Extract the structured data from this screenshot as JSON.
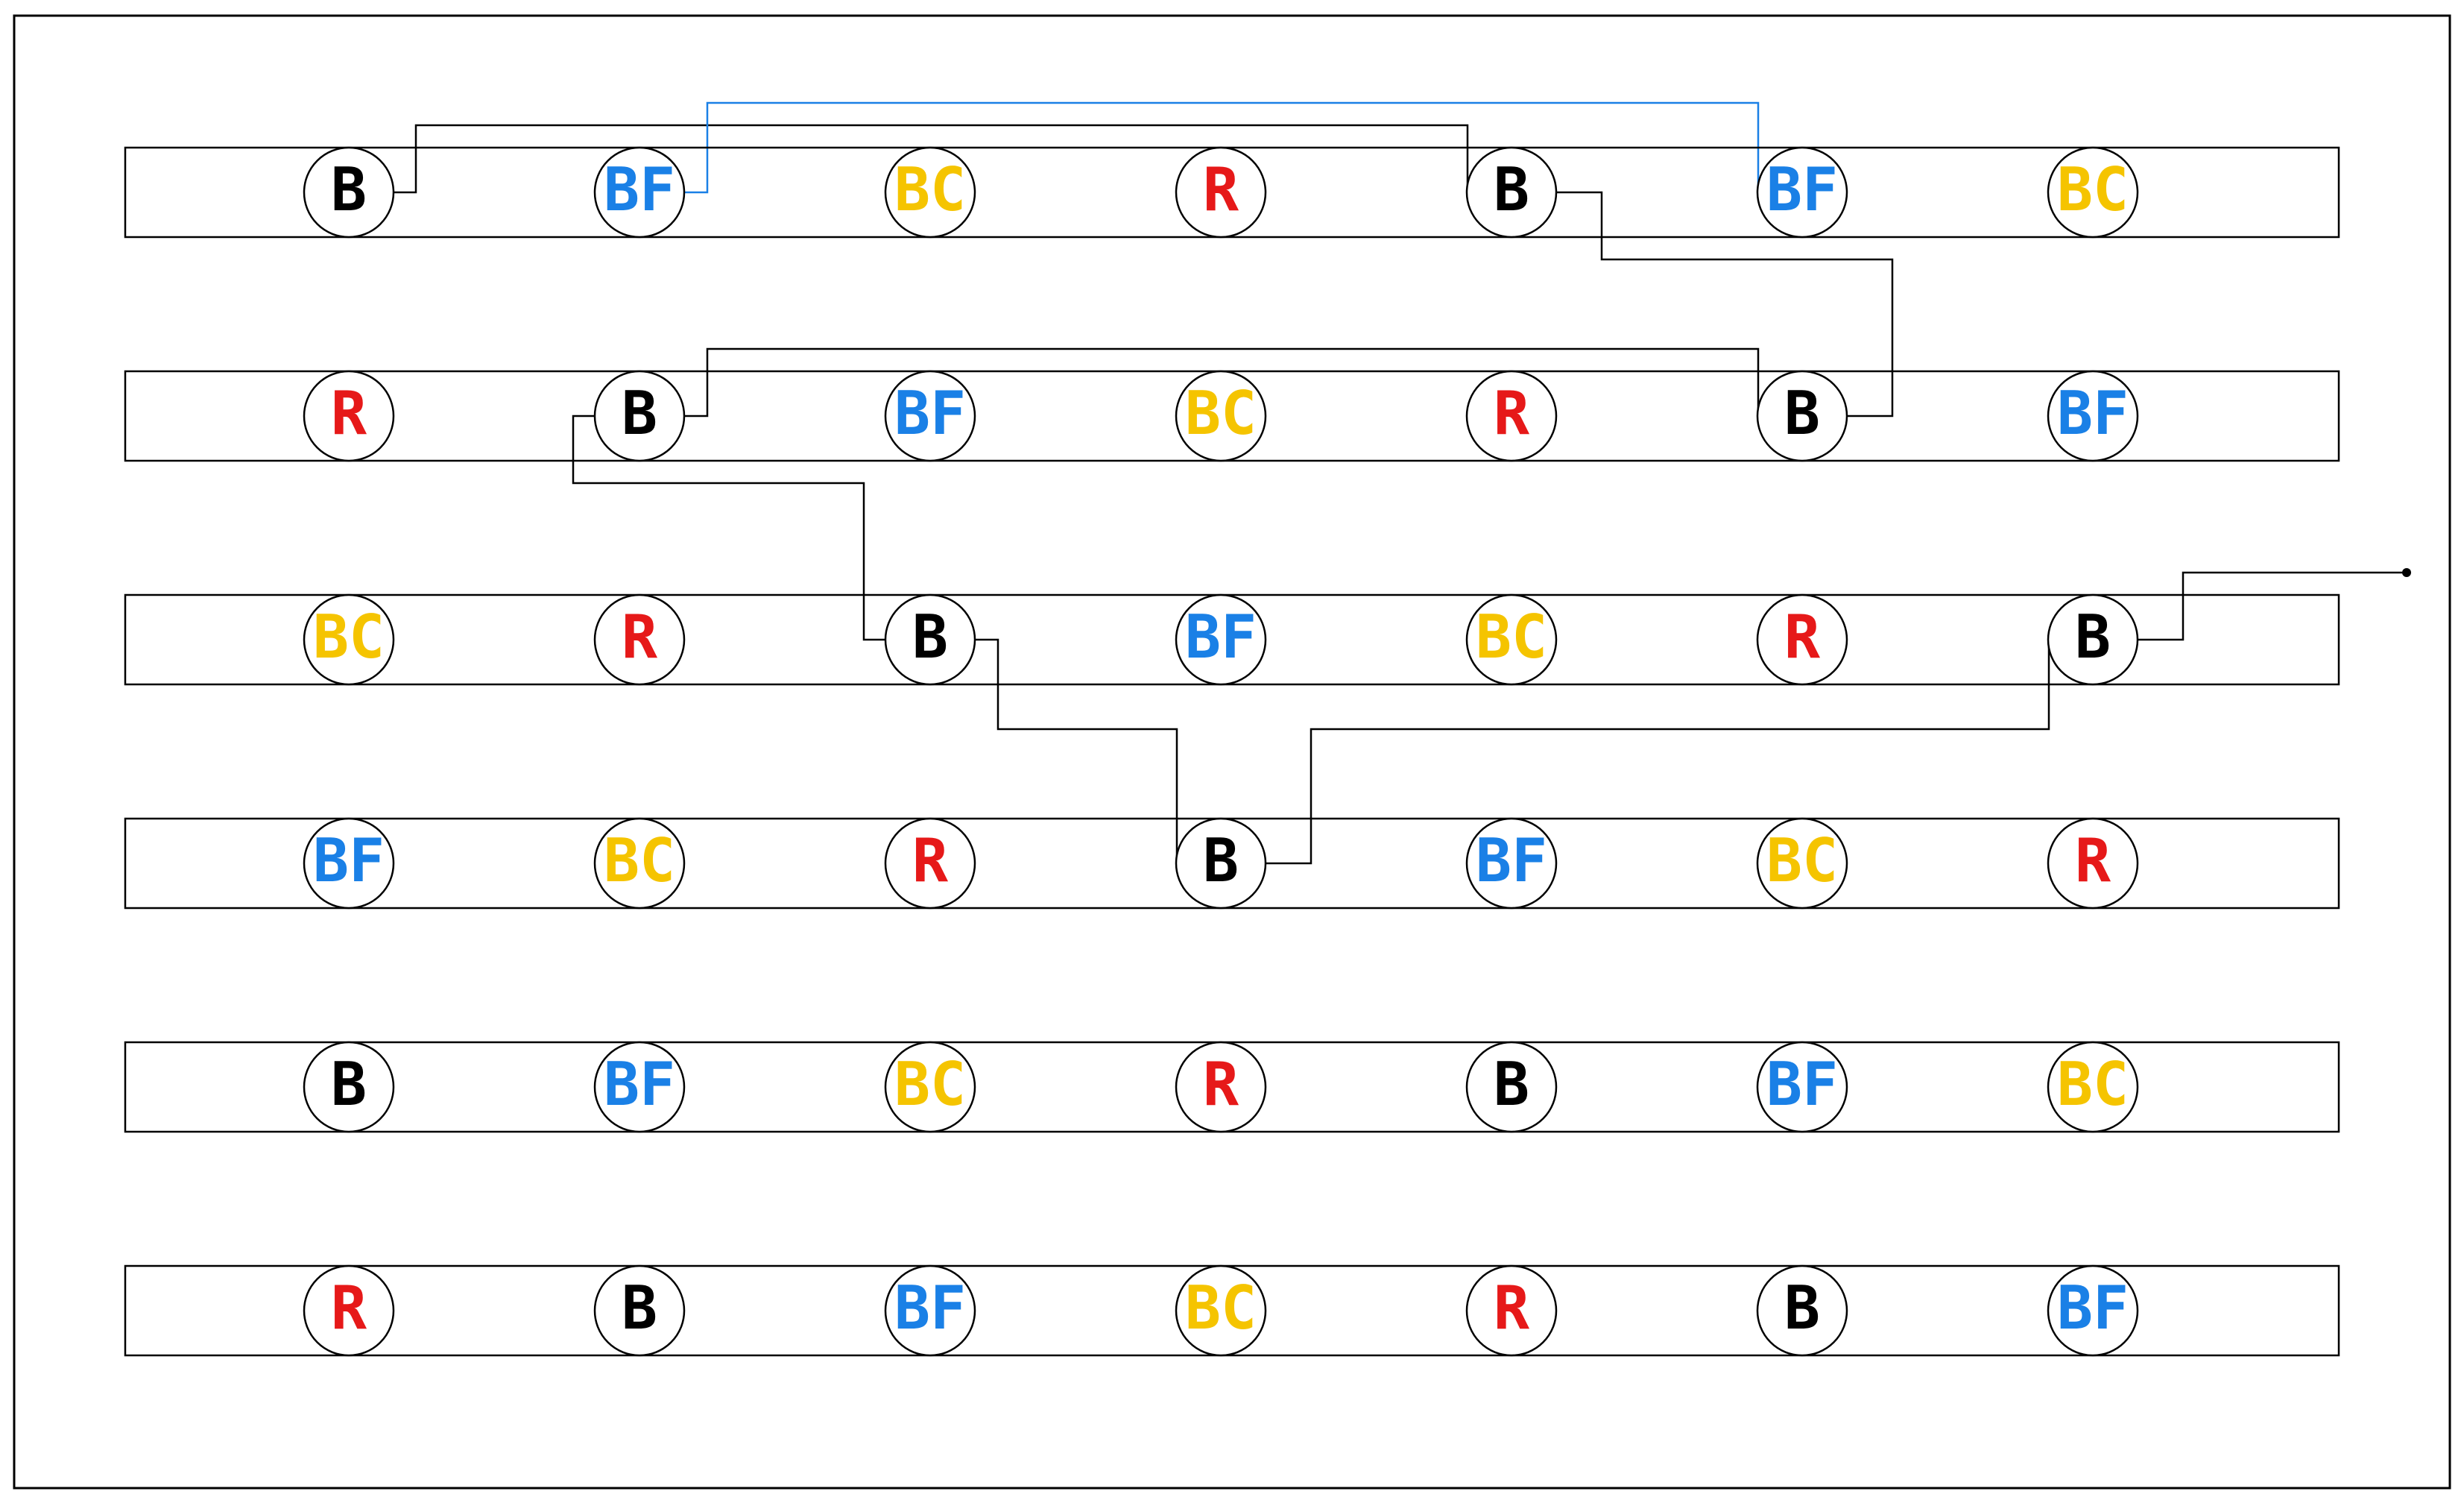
{
  "colors": {
    "B": "#000000",
    "BF": "#1a80e6",
    "BC": "#f5c400",
    "R": "#e61919",
    "wire_black": "#000000",
    "wire_blue": "#1a80e6"
  },
  "rows": [
    {
      "nodes": [
        "B",
        "BF",
        "BC",
        "R",
        "B",
        "BF",
        "BC"
      ]
    },
    {
      "nodes": [
        "R",
        "B",
        "BF",
        "BC",
        "R",
        "B",
        "BF"
      ]
    },
    {
      "nodes": [
        "BC",
        "R",
        "B",
        "BF",
        "BC",
        "R",
        "B"
      ]
    },
    {
      "nodes": [
        "BF",
        "BC",
        "R",
        "B",
        "BF",
        "BC",
        "R"
      ]
    },
    {
      "nodes": [
        "B",
        "BF",
        "BC",
        "R",
        "B",
        "BF",
        "BC"
      ]
    },
    {
      "nodes": [
        "R",
        "B",
        "BF",
        "BC",
        "R",
        "B",
        "BF"
      ]
    }
  ],
  "connections": [
    {
      "from": [
        0,
        0
      ],
      "to": [
        0,
        4
      ],
      "color": "wire_black"
    },
    {
      "from": [
        0,
        1
      ],
      "to": [
        0,
        5
      ],
      "color": "wire_blue"
    },
    {
      "from": [
        0,
        4
      ],
      "to": [
        1,
        5
      ],
      "color": "wire_black"
    },
    {
      "from": [
        1,
        1
      ],
      "to": [
        1,
        5
      ],
      "color": "wire_black"
    },
    {
      "from": [
        1,
        1
      ],
      "to": [
        2,
        2
      ],
      "color": "wire_black"
    },
    {
      "from": [
        2,
        2
      ],
      "to": [
        3,
        3
      ],
      "color": "wire_black"
    },
    {
      "from": [
        3,
        3
      ],
      "to": [
        2,
        6
      ],
      "color": "wire_black"
    },
    {
      "from": [
        2,
        6
      ],
      "to": "output",
      "color": "wire_black"
    }
  ]
}
